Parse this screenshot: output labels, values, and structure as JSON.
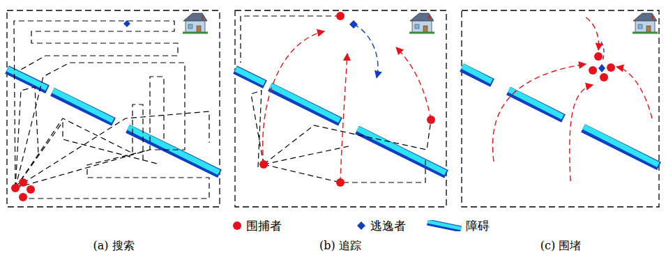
{
  "diagram": {
    "labels": [
      "(a) 搜索",
      "(b) 追踪",
      "(c) 围堵"
    ],
    "legend": [
      {
        "text": "围捕者",
        "color": "#e8101a"
      },
      {
        "text": "逃逸者",
        "color": "#1040c0"
      },
      {
        "text": "障碍",
        "color": "#2ee4f4"
      }
    ]
  }
}
